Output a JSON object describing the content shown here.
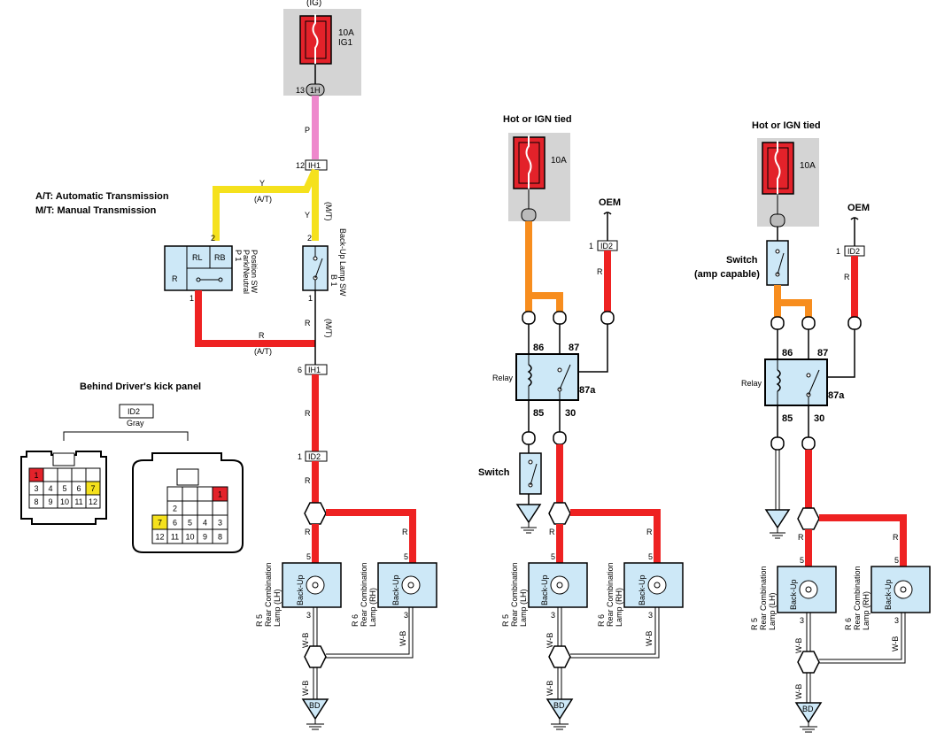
{
  "colors": {
    "wire_red": "#ee2222",
    "wire_yellow": "#f5e11d",
    "wire_pink": "#ee88cc",
    "wire_orange": "#f78d1e",
    "fuse_red": "#e3222a",
    "component_blue": "#cde8f7",
    "gray_box": "#d4d4d4",
    "connector_red": "#e3222a",
    "connector_yellow": "#f5e11d"
  },
  "notes": {
    "at": "A/T: Automatic Transmission",
    "mt": "M/T: Manual Transmission",
    "kick_panel": "Behind Driver's kick panel",
    "hot_ign_1": "Hot or IGN tied",
    "hot_ign_2": "Hot or IGN tied",
    "oem_1": "OEM",
    "oem_2": "OEM"
  },
  "left_circuit": {
    "ig_label": "(IG)",
    "fuse_amp": "10A",
    "fuse_name": "IG1",
    "conn_1h": "1H",
    "conn_1h_pin": "13",
    "wire_p": "P",
    "conn_ih1": "IH1",
    "conn_ih1_pin_top": "12",
    "conn_ih1_pin_bottom": "6",
    "wire_y": "Y",
    "wire_y_at": "(A/T)",
    "wire_y_vert": "Y",
    "wire_y_mt": "(M/T)",
    "wire_r_at": "R",
    "wire_r_at_paren": "(A/T)",
    "wire_r_vert": "R",
    "wire_r_mt": "(M/T)",
    "pnp_pin_top": "2",
    "pnp_pin_bottom": "1",
    "pnp_rl": "RL",
    "pnp_rb": "RB",
    "pnp_r": "R",
    "pnp_id": "P 1",
    "pnp_name_1": "Park/Neutral",
    "pnp_name_2": "Position SW",
    "bul_pin_top": "2",
    "bul_pin_bottom": "1",
    "bul_id": "B 1",
    "bul_name": "Back-Up Lamp SW",
    "conn_id2": "ID2",
    "conn_id2_pin": "1",
    "wire_r1": "R",
    "wire_r2": "R",
    "wire_r3": "R",
    "wire_r4": "R",
    "wire_r5": "R",
    "lamp_pin_top": "5",
    "lamp_pin_bottom": "3",
    "lamp_backup": "Back-Up",
    "lamp_lh_id": "R 5",
    "lamp_lh_name_1": "Rear Combination",
    "lamp_lh_name_2": "Lamp (LH)",
    "lamp_rh_id": "R 6",
    "lamp_rh_name_1": "Rear Combination",
    "lamp_rh_name_2": "Lamp (RH)",
    "wire_wb": "W-B",
    "ground": "BD"
  },
  "connector": {
    "id": "ID2",
    "color": "Gray",
    "small_rows": [
      [
        "1",
        "",
        "",
        "",
        ""
      ],
      [
        "3",
        "4",
        "5",
        "6",
        "7"
      ],
      [
        "8",
        "9",
        "10",
        "11",
        "12"
      ]
    ],
    "large_rows": [
      [
        "",
        "",
        "",
        "1"
      ],
      [
        "2",
        "",
        "",
        ""
      ],
      [
        "7",
        "6",
        "5",
        "4",
        "3"
      ],
      [
        "12",
        "11",
        "10",
        "9",
        "8"
      ]
    ]
  },
  "mid_circuit": {
    "fuse_amp": "10A",
    "relay_label": "Relay",
    "pin_86": "86",
    "pin_87": "87",
    "pin_87a": "87a",
    "pin_85": "85",
    "pin_30": "30",
    "switch_label": "Switch",
    "conn_id2": "ID2",
    "conn_id2_pin": "1",
    "wire_r": "R"
  },
  "right_circuit": {
    "fuse_amp": "10A",
    "switch_label_1": "Switch",
    "switch_label_2": "(amp capable)",
    "relay_label": "Relay",
    "pin_86": "86",
    "pin_87": "87",
    "pin_87a": "87a",
    "pin_85": "85",
    "pin_30": "30",
    "conn_id2": "ID2",
    "conn_id2_pin": "1",
    "wire_r": "R"
  }
}
